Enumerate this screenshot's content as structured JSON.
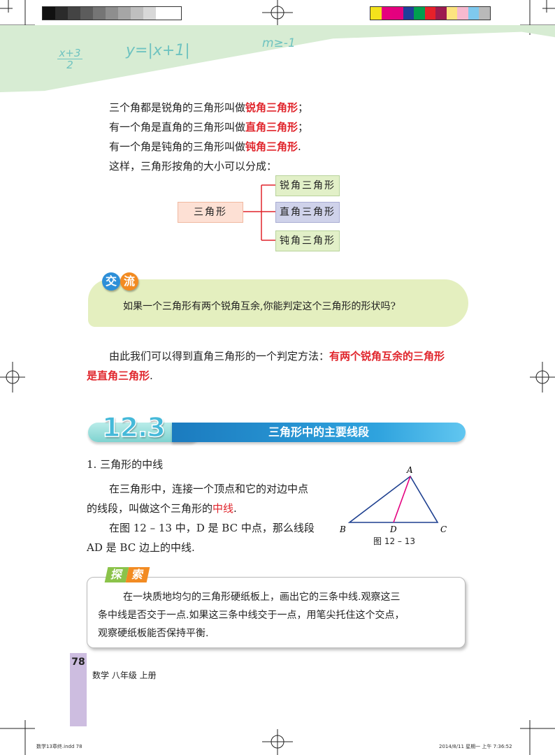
{
  "print_marks": {
    "gray_swatches": [
      "#111111",
      "#2b2b2b",
      "#444444",
      "#5c5c5c",
      "#757575",
      "#8e8e8e",
      "#a6a6a6",
      "#bfbfbf",
      "#d8d8d8",
      "#ffffff",
      "#ffffff"
    ],
    "color_swatches": [
      "#f4e21c",
      "#e6007e",
      "#e4007f",
      "#1f3f9a",
      "#009f4f",
      "#e6212a",
      "#9c1b4f",
      "#fde47f",
      "#f6b9cf",
      "#7fc9ee",
      "#b9b9b9"
    ]
  },
  "header": {
    "formula_1": "x+3 / 2",
    "formula_2": "y=|x+1|",
    "formula_3": "m≥-1"
  },
  "intro": {
    "line1_prefix": "三个角都是锐角的三角形叫做",
    "line1_term": "锐角三角形",
    "line1_suffix": "；",
    "line2_prefix": "有一个角是直角的三角形叫做",
    "line2_term": "直角三角形",
    "line2_suffix": "；",
    "line3_prefix": "有一个角是钝角的三角形叫做",
    "line3_term": "钝角三角形",
    "line3_suffix": ".",
    "line4": "这样，三角形按角的大小可以分成："
  },
  "classification": {
    "root": "三角形",
    "children": [
      "锐角三角形",
      "直角三角形",
      "钝角三角形"
    ]
  },
  "exchange": {
    "tag_1": "交",
    "tag_2": "流",
    "question": "如果一个三角形有两个锐角互余,你能判定这个三角形的形状吗?"
  },
  "conclusion": {
    "prefix": "由此我们可以得到直角三角形的一个判定方法：",
    "term_line1": "有两个锐角互余的三角形",
    "term_line2": "是直角三角形",
    "suffix": "."
  },
  "section": {
    "number": "12.3",
    "title": "三角形中的主要线段"
  },
  "median": {
    "subheading": "1. 三角形的中线",
    "def_line1": "在三角形中，连接一个顶点和它的对边中点",
    "def_line2_prefix": "的线段，叫做这个三角形的",
    "def_line2_term": "中线",
    "def_line2_suffix": ".",
    "ex_line1": "在图 12 – 13 中，D 是 BC 中点，那么线段",
    "ex_line2": "AD 是 BC 边上的中线."
  },
  "figure": {
    "label_a": "A",
    "label_b": "B",
    "label_c": "C",
    "label_d": "D",
    "caption": "图 12 – 13"
  },
  "explore": {
    "tag_1": "探",
    "tag_2": "索",
    "line1": "在一块质地均匀的三角形硬纸板上，画出它的三条中线.观察这三",
    "line2": "条中线是否交于一点.如果这三条中线交于一点，用笔尖托住这个交点，",
    "line3": "观察硬纸板能否保持平衡."
  },
  "footer": {
    "page_number": "78",
    "book_title": "数学  八年级  上册",
    "slug_left": "数学13章终.indd   78",
    "slug_right": "2014/8/11 星期一  上午 7:36:52"
  },
  "colors": {
    "term_red": "#e0242b",
    "header_green": "#d7ecd3",
    "bubble_green": "#e4efbf",
    "section_blue": "#1b7bbf",
    "section_cyan": "#45b9d9",
    "page_strip_purple": "#cdbde0"
  }
}
